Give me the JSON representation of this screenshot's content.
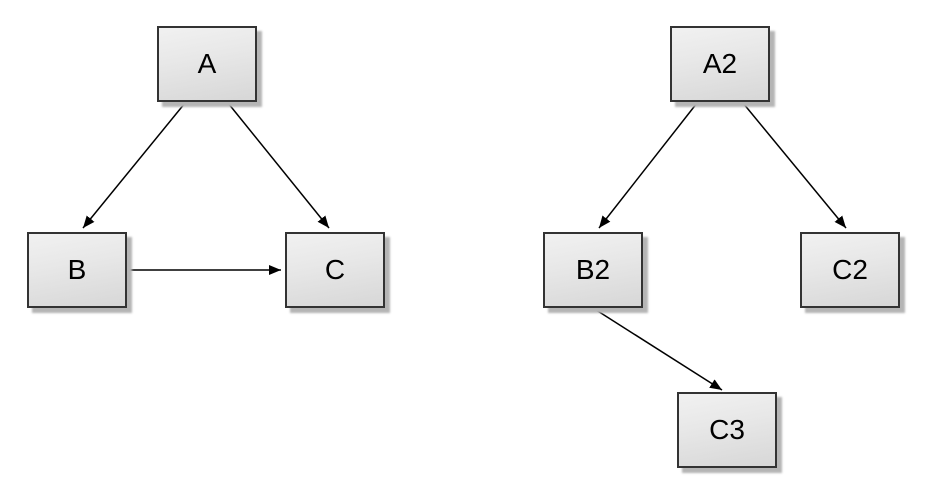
{
  "page": {
    "background_color": "#ffffff"
  },
  "style": {
    "node_border_color": "#333333",
    "node_fill_top": "#f1f1f1",
    "node_fill_bottom": "#d7d7d7",
    "node_shadow_color": "#b5b5b5",
    "edge_color": "#000000",
    "label_color": "#000000"
  },
  "diagrams": [
    {
      "name": "triangle-graph",
      "nodes": [
        {
          "id": "A",
          "label": "A"
        },
        {
          "id": "B",
          "label": "B"
        },
        {
          "id": "C",
          "label": "C"
        }
      ],
      "edges": [
        {
          "from": "A",
          "to": "B"
        },
        {
          "from": "A",
          "to": "C"
        },
        {
          "from": "B",
          "to": "C"
        }
      ]
    },
    {
      "name": "tree-graph",
      "nodes": [
        {
          "id": "A2",
          "label": "A2"
        },
        {
          "id": "B2",
          "label": "B2"
        },
        {
          "id": "C2",
          "label": "C2"
        },
        {
          "id": "C3",
          "label": "C3"
        }
      ],
      "edges": [
        {
          "from": "A2",
          "to": "B2"
        },
        {
          "from": "A2",
          "to": "C2"
        },
        {
          "from": "B2",
          "to": "C3"
        }
      ]
    }
  ]
}
